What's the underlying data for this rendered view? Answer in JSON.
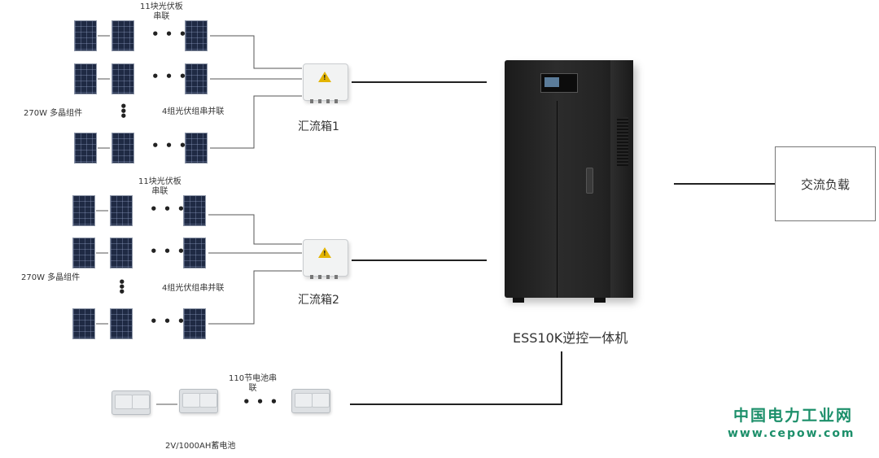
{
  "pv_group_1": {
    "series_label": "11块光伏板\n串联",
    "module_label": "270W 多晶组件",
    "parallel_label": "4组光伏组串并联",
    "dots_h": "• • •",
    "dots_v": "•\n•\n•"
  },
  "pv_group_2": {
    "series_label": "11块光伏板\n串联",
    "module_label": "270W 多晶组件",
    "parallel_label": "4组光伏组串并联",
    "dots_h": "• • •",
    "dots_v": "•\n•\n•"
  },
  "combiner_1": {
    "label": "汇流箱1"
  },
  "combiner_2": {
    "label": "汇流箱2"
  },
  "inverter": {
    "label": "ESS10K逆控一体机"
  },
  "load": {
    "label": "交流负载"
  },
  "battery": {
    "series_label": "110节电池串\n联",
    "spec_label": "2V/1000AH蓄电池",
    "dots_h": "• • •"
  },
  "watermark": {
    "name": "中国电力工业网",
    "url": "www.cepow.com"
  },
  "colors": {
    "panel": "#1f2a44",
    "cabinet": "#222222",
    "watermark": "#1c8f6a",
    "warning": "#e3b400"
  }
}
